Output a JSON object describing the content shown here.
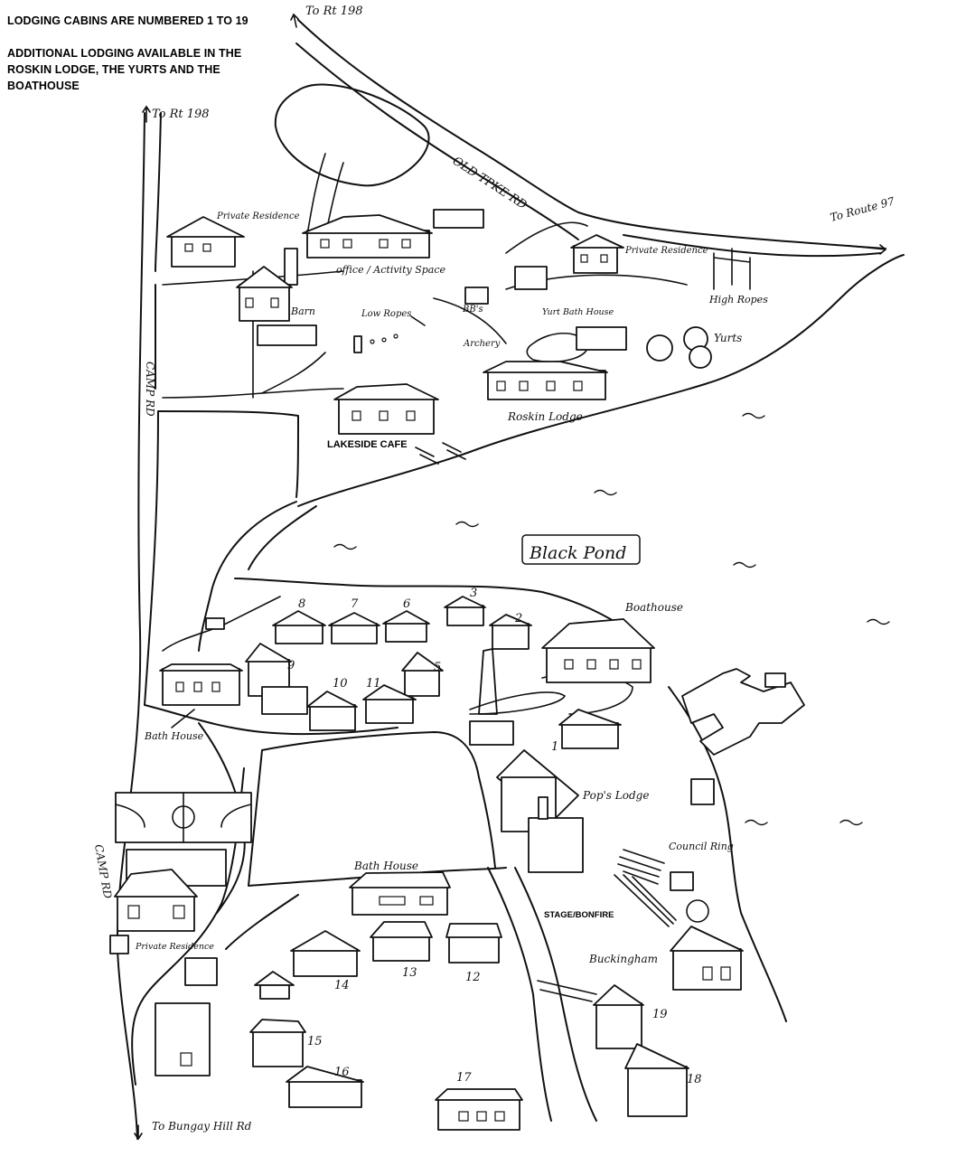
{
  "header": {
    "line1": "LODGING CABINS ARE NUMBERED 1 TO 19",
    "line2": "ADDITIONAL LODGING AVAILABLE IN THE",
    "line3": "ROSKIN LODGE, THE YURTS AND THE",
    "line4": "BOATHOUSE"
  },
  "roads": {
    "to_rt198_top": "To Rt 198",
    "to_rt198_left": "To Rt 198",
    "old_tpke": "OLD TPKE RD",
    "to_route97": "To Route 97",
    "camp_rd_upper": "CAMP RD",
    "camp_rd_lower": "CAMP RD",
    "to_bungay": "To Bungay Hill Rd"
  },
  "places": {
    "private_residence_1": "Private Residence",
    "office": "office / Activity Space",
    "private_residence_2": "Private Residence",
    "barn": "Barn",
    "low_ropes": "Low Ropes",
    "bbs": "BB's",
    "archery": "Archery",
    "yurt_bath": "Yurt Bath House",
    "high_ropes": "High Ropes",
    "yurts": "Yurts",
    "roskin": "Roskin Lodge",
    "cafe": "LAKESIDE CAFE",
    "pond": "Black Pond",
    "boathouse": "Boathouse",
    "bath_house_1": "Bath House",
    "pops_lodge": "Pop's Lodge",
    "council_ring": "Council Ring",
    "stage": "STAGE/BONFIRE",
    "bath_house_2": "Bath House",
    "private_residence_3": "Private Residence",
    "buckingham": "Buckingham"
  },
  "cabins": [
    "1",
    "2",
    "3",
    "5",
    "6",
    "7",
    "8",
    "9",
    "10",
    "11",
    "12",
    "13",
    "14",
    "15",
    "16",
    "17",
    "18",
    "19"
  ]
}
